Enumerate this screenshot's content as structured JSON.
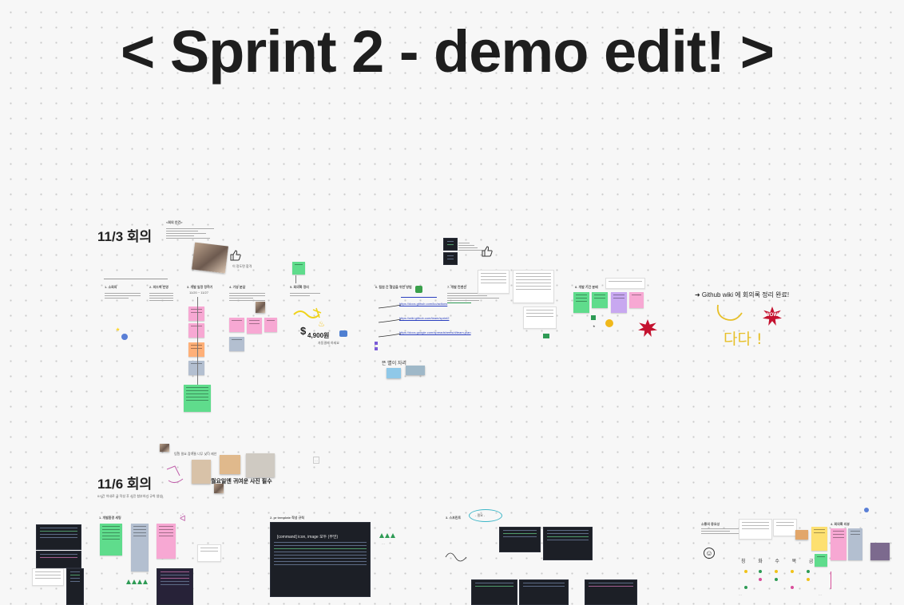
{
  "board": {
    "title": "< Sprint 2 - demo edit! >"
  },
  "meeting_1": {
    "heading": "11/3 회의",
    "notes_title": "<회의 안건>",
    "col_titles": [
      "1. 소회의",
      "2. 피드백 반영",
      "3. 개발 일정 정하기",
      "4. 기능 분담",
      "5. 회의록 정리",
      "6. 팀원 간 협업을 위한 방법",
      "7. 개발 컨벤션",
      "8. 개발 기간 분배"
    ],
    "date_range": "11/20 ~ 11/27",
    "price": "4,900원",
    "price_caption": "자동결제 하세요",
    "comment_sticker": "이 정도면 합격",
    "links": [
      "https://docs.github.com/ko/actions",
      "https://wiki.github.com/team/sprint2",
      "https://docs.google.com/spreadsheets/d/team-plan"
    ],
    "invite_label": "뜬 별이 자리",
    "wiki_done": "➜ Github wiki 에 회의록 정리 완료!",
    "handwriting": "다다 !",
    "wow": "WOW!"
  },
  "meeting_2": {
    "heading": "11/6 회의",
    "caption": "월요일엔 귀여운 사진 필수",
    "subcaption": "0시간 이내로 글 작성 후 사진 첨부하기 규칙 생성!",
    "note_top": "팀원 필요 참여율 너무 낮다 제안",
    "sections": [
      "1. 개발환경 세팅",
      "2. pr template 작성 규칙",
      "3. 스프린트",
      "4. 회의록 리뷰",
      "소통의 중요성"
    ],
    "template_banner": "[command] icon, image 모두 (무언)",
    "page_label": "- 필요 -",
    "syllables": [
      "칭",
      "화",
      "수",
      "목",
      "금"
    ]
  },
  "colors": {
    "sticky_green": "#5fdc8c",
    "sticky_pink": "#f7a8d3",
    "sticky_orange": "#ffb078",
    "sticky_purple": "#c8a8f0",
    "sticky_gray": "#b3bfd0",
    "sticky_yellow": "#fde070",
    "badge_red": "#c4122f"
  },
  "icons": [
    "thumbs-up-icon",
    "person-icon",
    "dollar-icon",
    "smile-icon",
    "cursor-icon",
    "sparkle-icon"
  ]
}
